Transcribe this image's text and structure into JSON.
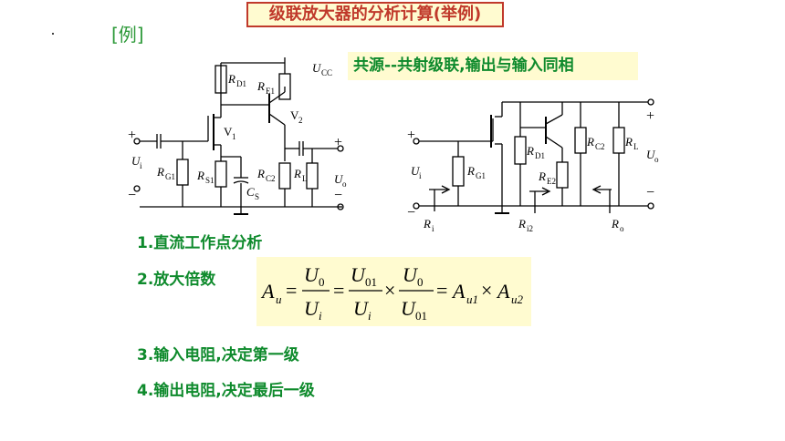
{
  "title": "级联放大器的分析计算(举例)",
  "example_tag": "[例]",
  "note": "共源--共射级联,输出与输入同相",
  "items": [
    "1.直流工作点分析",
    "2.放大倍数",
    "3.输入电阻,决定第一级",
    "4.输出电阻,决定最后一级"
  ],
  "formula": {
    "lhs": "A",
    "lhs_sub": "u",
    "num1": "U",
    "num1_sub": "0",
    "den1": "U",
    "den1_sub": "i",
    "num2": "U",
    "num2_sub": "01",
    "den2": "U",
    "den2_sub": "i",
    "num3": "U",
    "num3_sub": "0",
    "den3": "U",
    "den3_sub": "01",
    "r1": "A",
    "r1_sub": "u1",
    "r2": "A",
    "r2_sub": "u2"
  },
  "circuit1": {
    "rd1": "R",
    "rd1_sub": "D1",
    "re1": "R",
    "re1_sub": "E1",
    "ucc": "U",
    "ucc_sub": "CC",
    "v1": "V",
    "v1_sub": "1",
    "v2": "V",
    "v2_sub": "2",
    "ui": "U",
    "ui_sub": "i",
    "rg1": "R",
    "rg1_sub": "G1",
    "rs1": "R",
    "rs1_sub": "S1",
    "cs": "C",
    "cs_sub": "S",
    "rc2": "R",
    "rc2_sub": "C2",
    "rl": "R",
    "rl_sub": "L",
    "uo": "U",
    "uo_sub": "o",
    "plus": "+",
    "minus": "−"
  },
  "circuit2": {
    "ui": "U",
    "ui_sub": "i",
    "rg1": "R",
    "rg1_sub": "G1",
    "rd1": "R",
    "rd1_sub": "D1",
    "re2": "R",
    "re2_sub": "E2",
    "rc2": "R",
    "rc2_sub": "C2",
    "rl": "R",
    "rl_sub": "L",
    "uo": "U",
    "uo_sub": "o",
    "ri": "R",
    "ri_sub": "i",
    "ri2": "R",
    "ri2_sub": "i2",
    "ro": "R",
    "ro_sub": "o",
    "plus": "+",
    "minus": "−"
  }
}
